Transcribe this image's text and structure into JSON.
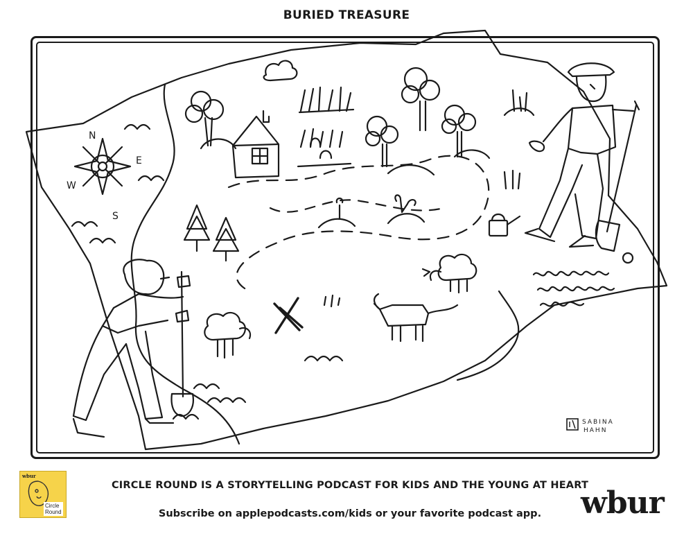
{
  "header": {
    "title": "BURIED TREASURE"
  },
  "map": {
    "compass": {
      "n": "N",
      "e": "E",
      "s": "S",
      "w": "W"
    },
    "signature": {
      "line1": "SABINA",
      "line2": "HAHN"
    }
  },
  "footer": {
    "tagline": "CIRCLE ROUND IS A STORYTELLING PODCAST FOR KIDS AND THE YOUNG AT HEART",
    "subscribe": "Subscribe on applepodcasts.com/kids or your favorite podcast app.",
    "podcast_logo": {
      "brand": "wbur",
      "name": "Circle Round"
    },
    "brand": "wbur"
  },
  "colors": {
    "ink": "#1a1a1a",
    "logo_bg": "#f6d34a",
    "background": "#ffffff"
  }
}
